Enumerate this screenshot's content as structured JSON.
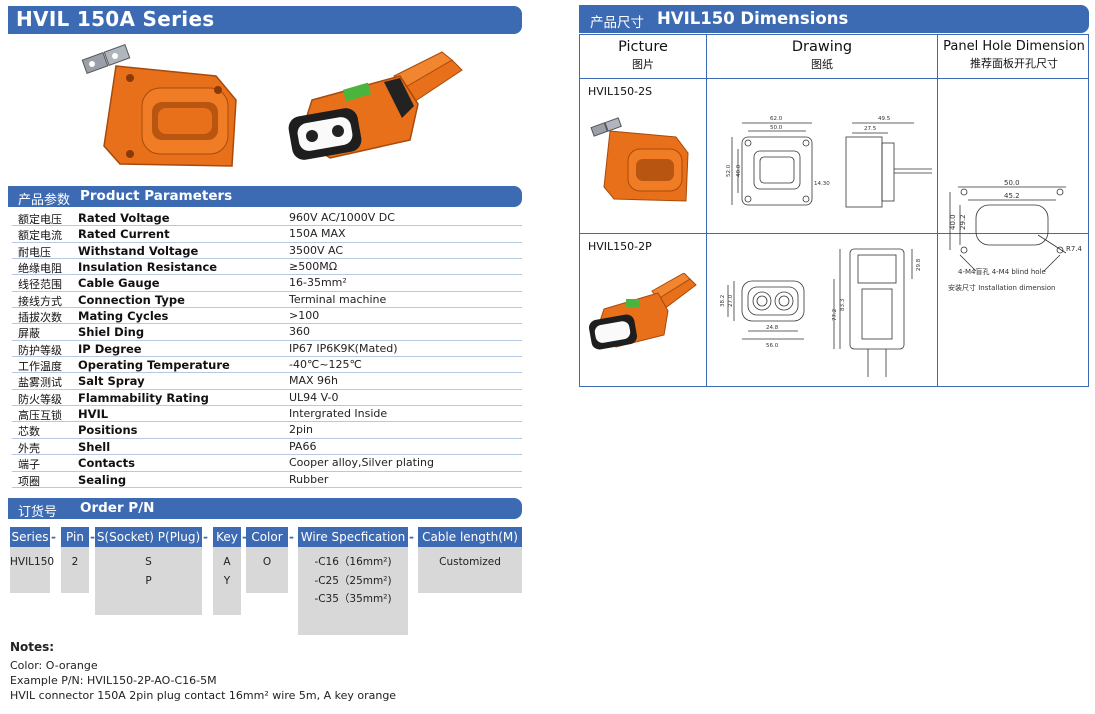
{
  "title": "HVIL 150A Series",
  "product_section": {
    "cn": "产品参数",
    "en": "Product Parameters"
  },
  "parameters": [
    {
      "cn": "额定电压",
      "en": "Rated Voltage",
      "value": "960V AC/1000V DC"
    },
    {
      "cn": "额定电流",
      "en": "Rated Current",
      "value": "150A MAX"
    },
    {
      "cn": "耐电压",
      "en": "Withstand Voltage",
      "value": "3500V AC"
    },
    {
      "cn": "绝缘电阻",
      "en": "Insulation Resistance",
      "value": "≥500MΩ"
    },
    {
      "cn": "线径范围",
      "en": "Cable Gauge",
      "value": "16-35mm²"
    },
    {
      "cn": "接线方式",
      "en": "Connection Type",
      "value": "Terminal machine"
    },
    {
      "cn": "插拔次数",
      "en": "Mating Cycles",
      "value": ">100"
    },
    {
      "cn": "屏蔽",
      "en": "Shiel Ding",
      "value": "360"
    },
    {
      "cn": "防护等级",
      "en": "IP Degree",
      "value": "IP67 IP6K9K(Mated)"
    },
    {
      "cn": "工作温度",
      "en": "Operating Temperature",
      "value": "-40℃~125℃"
    },
    {
      "cn": "盐雾测试",
      "en": "Salt Spray",
      "value": "MAX 96h"
    },
    {
      "cn": "防火等级",
      "en": "Flammability Rating",
      "value": "UL94 V-0"
    },
    {
      "cn": "高压互锁",
      "en": "HVIL",
      "value": "Intergrated Inside"
    },
    {
      "cn": "芯数",
      "en": "Positions",
      "value": "2pin"
    },
    {
      "cn": "外壳",
      "en": "Shell",
      "value": "PA66"
    },
    {
      "cn": "端子",
      "en": "Contacts",
      "value": "Cooper alloy,Silver plating"
    },
    {
      "cn": "项圈",
      "en": "Sealing",
      "value": "Rubber"
    }
  ],
  "order_section": {
    "cn": "订货号",
    "en": "Order P/N"
  },
  "order_columns": [
    {
      "header": "Series",
      "values": [
        "HVIL150"
      ]
    },
    {
      "header": "Pin",
      "values": [
        "2"
      ]
    },
    {
      "header": "S(Socket) P(Plug)",
      "values": [
        "S",
        "P"
      ]
    },
    {
      "header": "Key",
      "values": [
        "A",
        "Y"
      ]
    },
    {
      "header": "Color",
      "values": [
        "O"
      ]
    },
    {
      "header": "Wire Specfication",
      "values": [
        "-C16（16mm²)",
        "-C25（25mm²)",
        "-C35（35mm²)"
      ]
    },
    {
      "header": "Cable length(M)",
      "values": [
        "Customized"
      ]
    }
  ],
  "separator": "-",
  "notes": {
    "title": "Notes:",
    "lines": [
      "Color: O-orange",
      "Example P/N: HVIL150-2P-AO-C16-5M",
      "HVIL connector 150A 2pin plug contact 16mm² wire 5m, A key orange"
    ]
  },
  "dimensions_section": {
    "cn": "产品尺寸",
    "en": "HVIL150 Dimensions"
  },
  "dim_headers": [
    {
      "en": "Picture",
      "cn": "图片"
    },
    {
      "en": "Drawing",
      "cn": "图纸"
    },
    {
      "en": "Panel Hole Dimension",
      "cn": "推荐面板开孔尺寸"
    }
  ],
  "dim_rows": [
    {
      "label": "HVIL150-2S"
    },
    {
      "label": "HVIL150-2P"
    }
  ],
  "panel_drawing": {
    "dims": [
      "50.0",
      "45.2",
      "40.0",
      "29.2",
      "R7.4"
    ],
    "hole_note": "4-M4盲孔 4-M4 blind hole",
    "install_note": "安装尺寸 Installation dimension"
  },
  "socket_drawing_dims": [
    "62.0",
    "50.0",
    "49.5",
    "27.5",
    "52.0",
    "40.0",
    "14.30"
  ],
  "plug_drawing_dims": [
    "38.2",
    "27.0",
    "24.8",
    "56.0",
    "29.8",
    "77.2",
    "83.3"
  ],
  "colors": {
    "brand_blue": "#3d6bb3",
    "connector_orange": "#e8701a",
    "cell_gray": "#d8d8d8"
  }
}
